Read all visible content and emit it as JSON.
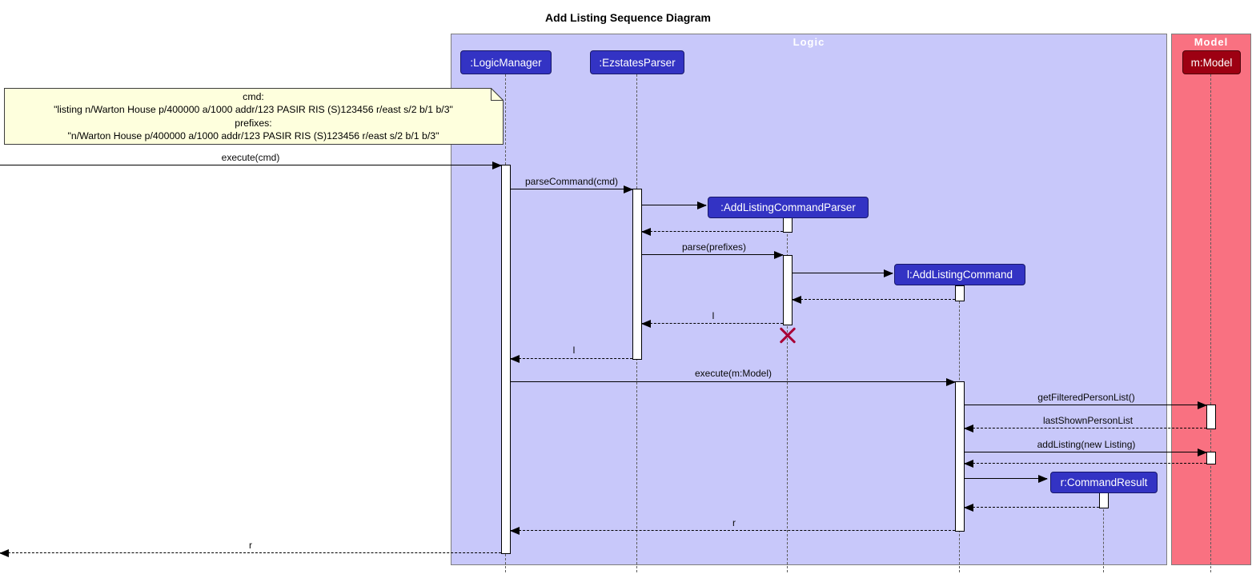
{
  "title": "Add Listing Sequence Diagram",
  "frames": {
    "logic": {
      "label": "Logic",
      "bg": "#C8C8FA"
    },
    "model": {
      "label": "Model",
      "bg": "#F97181"
    }
  },
  "participants": {
    "logic_manager": ":LogicManager",
    "ezstates_parser": ":EzstatesParser",
    "model": "m:Model",
    "add_listing_command_parser": ":AddListingCommandParser",
    "add_listing_command": "l:AddListingCommand",
    "command_result": "r:CommandResult"
  },
  "note": {
    "line1": "cmd:",
    "line2": "\"listing n/Warton House p/400000 a/1000 addr/123 PASIR RIS (S)123456 r/east s/2 b/1 b/3\"",
    "line3": "prefixes:",
    "line4": "\"n/Warton House p/400000 a/1000 addr/123 PASIR RIS (S)123456 r/east s/2 b/1 b/3\""
  },
  "messages": {
    "execute_cmd": "execute(cmd)",
    "parse_command": "parseCommand(cmd)",
    "parse_prefixes": "parse(prefixes)",
    "return_l_inner": "l",
    "return_l_outer": "l",
    "execute_model": "execute(m:Model)",
    "get_filtered_person_list": "getFilteredPersonList()",
    "last_shown_person_list": "lastShownPersonList",
    "add_listing": "addListing(new Listing)",
    "return_r_inner": "r",
    "return_r_outer": "r"
  },
  "colors": {
    "logic_frame_bg": "#C8C8FA",
    "model_frame_bg": "#F97181",
    "logic_participant_bg": "#3333C4",
    "model_participant_bg": "#9D0012",
    "note_bg": "#FEFFDD",
    "destroy_x": "#A80036",
    "lifeline": "#5c5c5c"
  }
}
